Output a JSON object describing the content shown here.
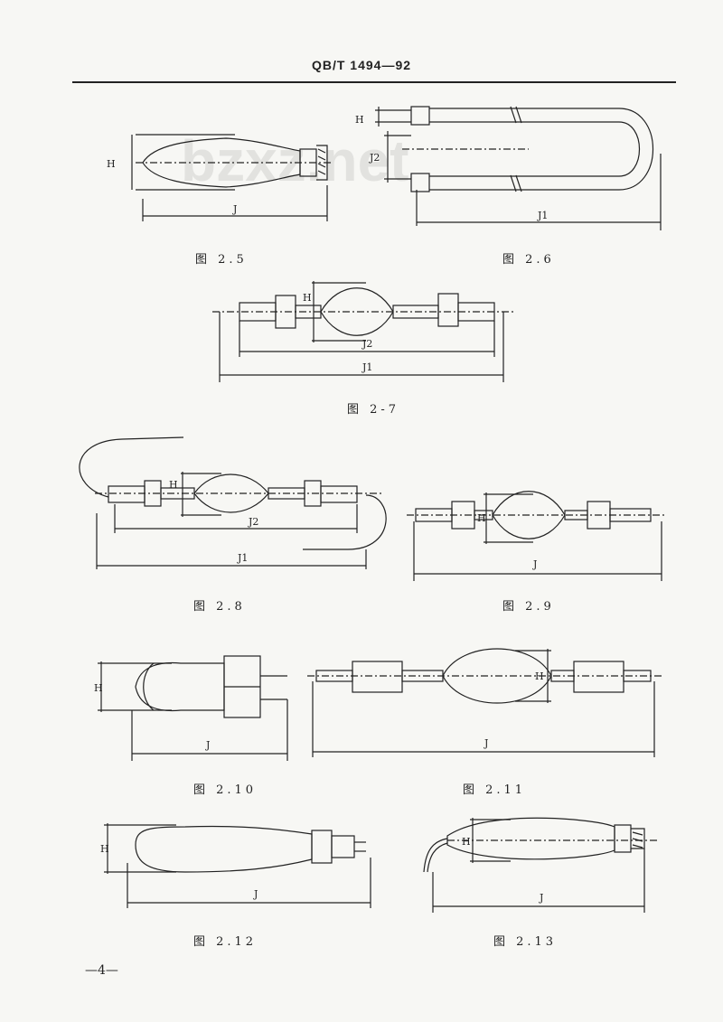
{
  "header": {
    "standard_code": "QB/T 1494—92"
  },
  "watermark": "bzxz.net",
  "figures": [
    {
      "caption": "图  2.5",
      "labels": {
        "h": "H",
        "j": "J"
      }
    },
    {
      "caption": "图  2.6",
      "labels": {
        "h": "H",
        "j2": "J2",
        "j1": "J1"
      }
    },
    {
      "caption": "图  2-7",
      "labels": {
        "h": "H",
        "j2": "J2",
        "j1": "J1"
      }
    },
    {
      "caption": "图  2.8",
      "labels": {
        "h": "H",
        "j2": "J2",
        "j1": "J1"
      }
    },
    {
      "caption": "图  2.9",
      "labels": {
        "h": "H",
        "j": "J"
      }
    },
    {
      "caption": "图  2.10",
      "labels": {
        "h": "H",
        "j": "J"
      }
    },
    {
      "caption": "图  2.11",
      "labels": {
        "h": "H",
        "j": "J"
      }
    },
    {
      "caption": "图  2.12",
      "labels": {
        "h": "H",
        "j": "J"
      }
    },
    {
      "caption": "图  2.13",
      "labels": {
        "h": "H",
        "j": "J"
      }
    }
  ],
  "page_number": "—4—"
}
